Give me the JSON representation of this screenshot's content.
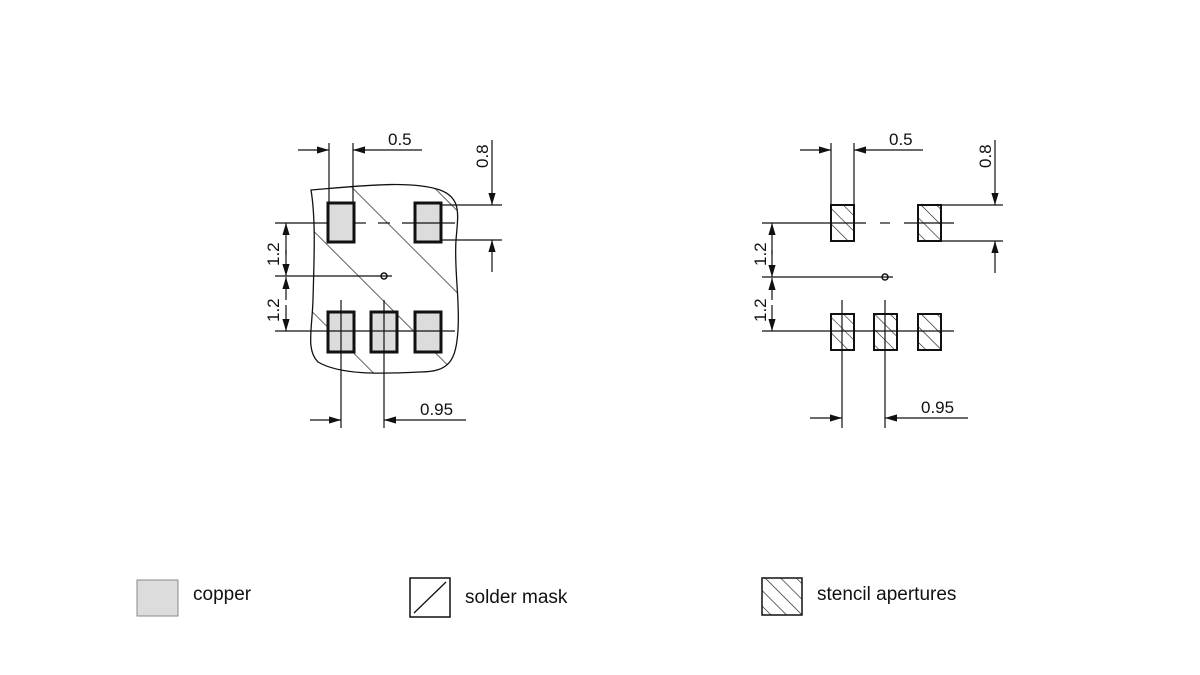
{
  "colors": {
    "copper": "#dcdcdc",
    "line": "#111111",
    "background": "#ffffff"
  },
  "left_view": {
    "pitch_x": "0.5",
    "pad_height": "0.8",
    "row_offset_top": "1.2",
    "row_offset_bottom": "1.2",
    "pitch_bottom": "0.95"
  },
  "right_view": {
    "pitch_x": "0.5",
    "pad_height": "0.8",
    "row_offset_top": "1.2",
    "row_offset_bottom": "1.2",
    "pitch_bottom": "0.95"
  },
  "legend": [
    {
      "label": "copper"
    },
    {
      "label": "solder mask"
    },
    {
      "label": "stencil apertures"
    }
  ]
}
